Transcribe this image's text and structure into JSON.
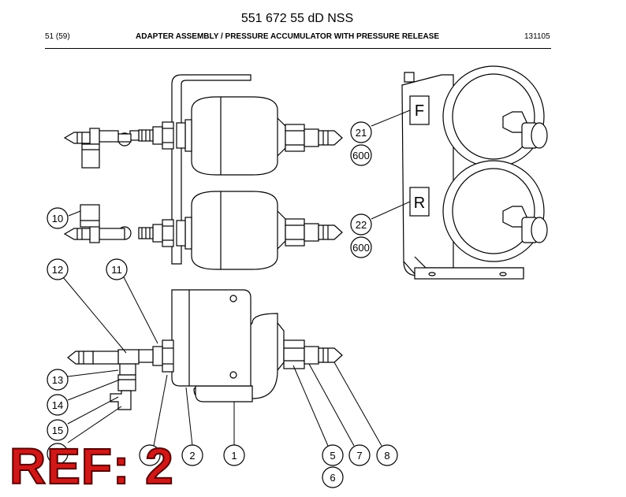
{
  "header": {
    "title": "551 672 55 dD NSS",
    "page": "51 (59)",
    "subtitle": "ADAPTER ASSEMBLY / PRESSURE ACCUMULATOR WITH PRESSURE RELEASE",
    "code": "131105"
  },
  "callouts": [
    {
      "id": "c21",
      "label": "21"
    },
    {
      "id": "c600a",
      "label": "600"
    },
    {
      "id": "c22",
      "label": "22"
    },
    {
      "id": "c600b",
      "label": "600"
    },
    {
      "id": "c10",
      "label": "10"
    },
    {
      "id": "c12",
      "label": "12"
    },
    {
      "id": "c11",
      "label": "11"
    },
    {
      "id": "c13",
      "label": "13"
    },
    {
      "id": "c14",
      "label": "14"
    },
    {
      "id": "c15",
      "label": "15"
    },
    {
      "id": "c16",
      "label": ""
    },
    {
      "id": "c4",
      "label": "4"
    },
    {
      "id": "c2",
      "label": "2"
    },
    {
      "id": "c1",
      "label": "1"
    },
    {
      "id": "c5",
      "label": "5"
    },
    {
      "id": "c6",
      "label": "6"
    },
    {
      "id": "c7",
      "label": "7"
    },
    {
      "id": "c8",
      "label": "8"
    }
  ],
  "panel_marks": {
    "front": "F",
    "rear": "R"
  },
  "ref_stamp": "REF: 2",
  "colors": {
    "stamp": "#d01818",
    "ink": "#000000"
  }
}
